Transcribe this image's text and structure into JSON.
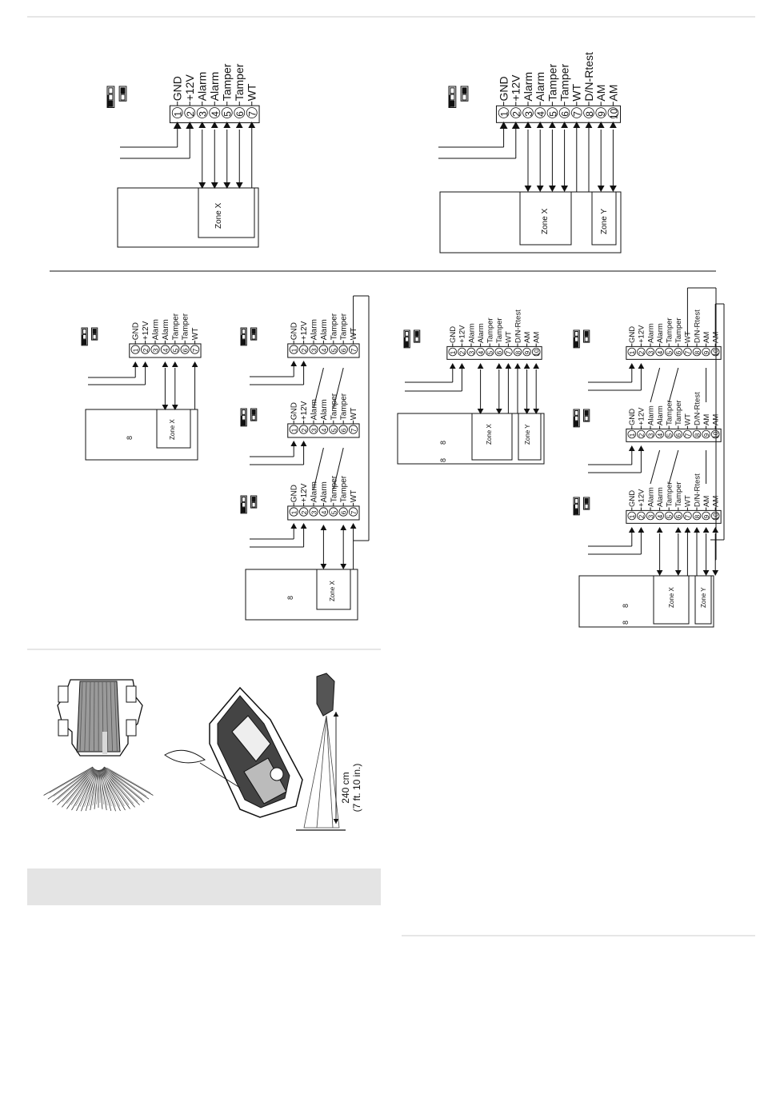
{
  "labels": {
    "gnd": "GND",
    "v12": "+12V",
    "alarm": "Alarm",
    "tamper": "Tamper",
    "wt": "WT",
    "dn": "D/N-Rtest",
    "am": "AM",
    "zone_x": "Zone X",
    "zone_y": "Zone Y",
    "eight": "8"
  },
  "mounting": {
    "height_metric": "240 cm",
    "height_imperial": "(7 ft. 10 in.)"
  },
  "colors": {
    "line": "#111111",
    "rule": "#dddddd",
    "panel_fill": "#e4e4e4"
  }
}
